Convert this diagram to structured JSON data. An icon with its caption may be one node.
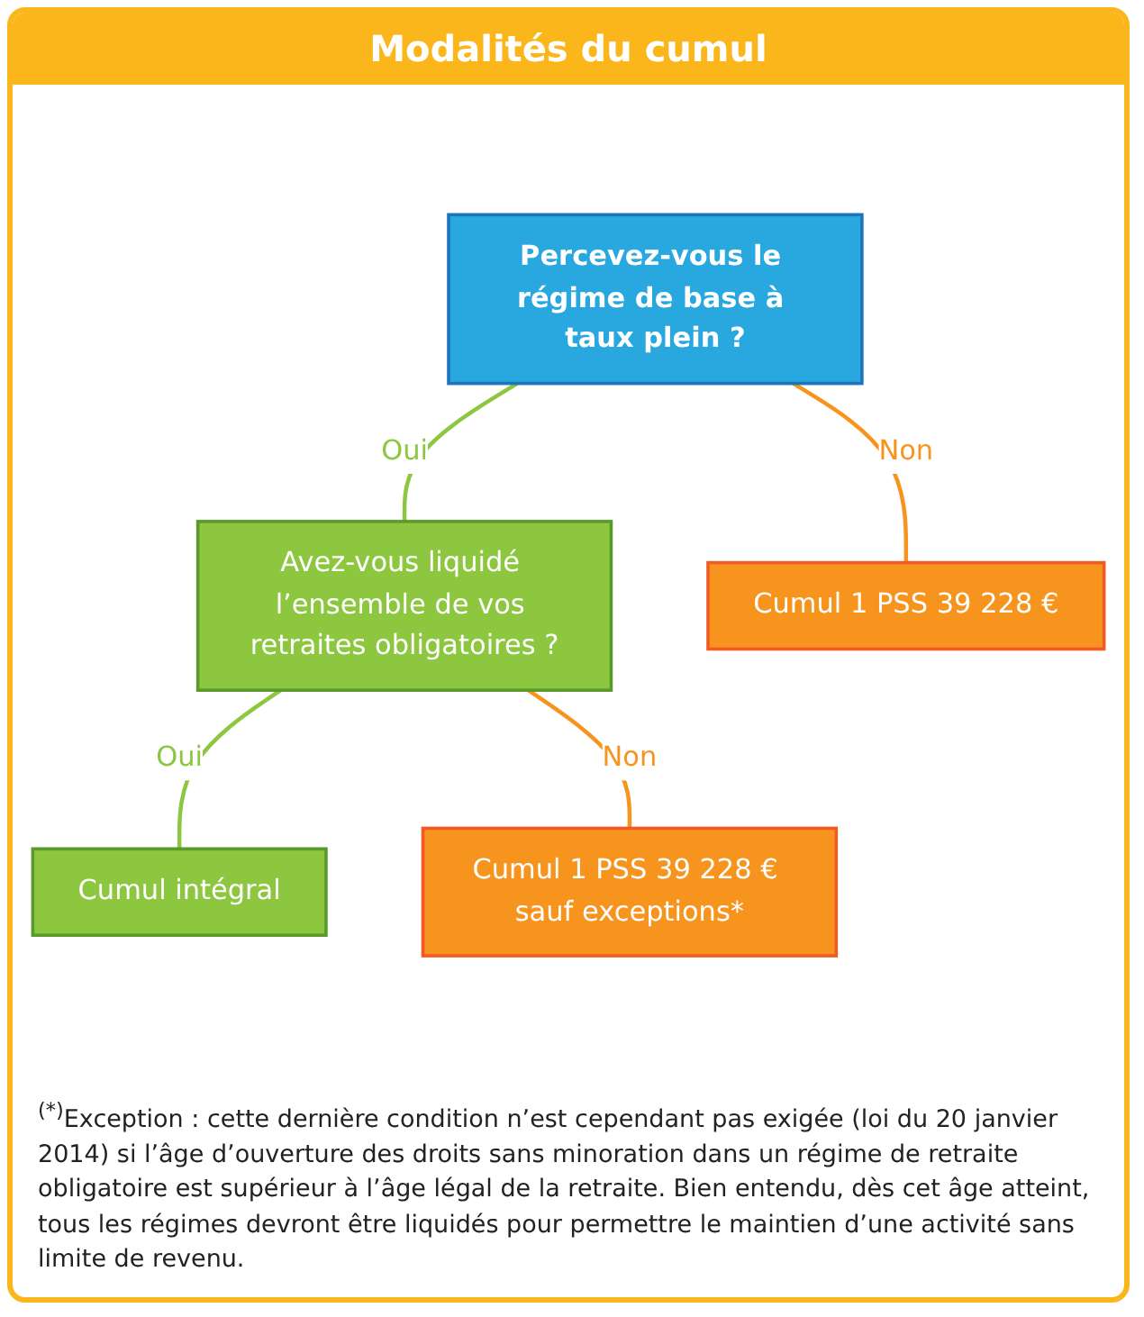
{
  "diagram": {
    "title": "Modalités du cumul",
    "nodes": [
      {
        "text": [
          "Percevez-vous le régime de base à taux plein ?"
        ]
      },
      {
        "text": [
          "Avez-vous liquidé l’ensemble de vos retraites obligatoires ?"
        ]
      },
      {
        "text": [
          "Cumul 1 PSS 39 228 €"
        ]
      },
      {
        "text": [
          "Cumul intégral"
        ]
      },
      {
        "text": [
          "Cumul 1 PSS 39 228 € sauf exceptions*"
        ]
      }
    ],
    "edges": [
      {
        "from": 0,
        "to": 1,
        "arrow": "none",
        "label": "Oui",
        "color": "#8dc63f"
      },
      {
        "from": 0,
        "to": 2,
        "arrow": "none",
        "label": "Non",
        "color": "#f7941d"
      },
      {
        "from": 1,
        "to": 3,
        "arrow": "none",
        "label": "Oui",
        "color": "#8dc63f"
      },
      {
        "from": 1,
        "to": 4,
        "arrow": "none",
        "label": "Non",
        "color": "#f7941d"
      }
    ],
    "caption": "$^{(*)}$Exception : cette dernière condition n’est cependant pas exigée (loi du 20 janvier 2014) si l’âge d’ouverture des droits sans minoration dans un régime de retraite obligatoire est supérieur à l’âge légal de la retraite. Bien entendu, dès cet âge atteint, tous les régimes devront être liquidés pour permettre le maintien d’une activité sans limite de revenu."
  }
}
